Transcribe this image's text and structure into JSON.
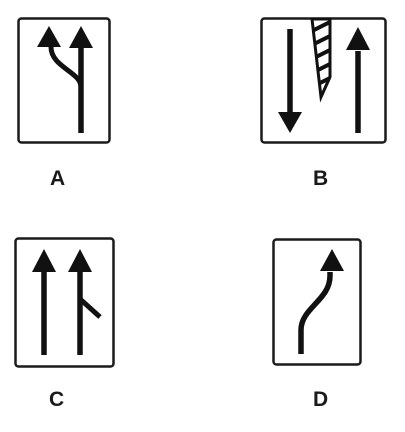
{
  "options": [
    {
      "id": "a",
      "label": "A",
      "description_icon": "lane-merge-left-to-two-arrows-icon"
    },
    {
      "id": "b",
      "label": "B",
      "description_icon": "two-way-lanes-with-hatched-divider-icon"
    },
    {
      "id": "c",
      "label": "C",
      "description_icon": "lane-ends-right-merge-icon"
    },
    {
      "id": "d",
      "label": "D",
      "description_icon": "lane-shift-right-icon"
    }
  ],
  "colors": {
    "sign_border": "#1a1a1a",
    "sign_fill": "#ffffff",
    "symbol": "#111111",
    "label": "#1a1a1a"
  }
}
